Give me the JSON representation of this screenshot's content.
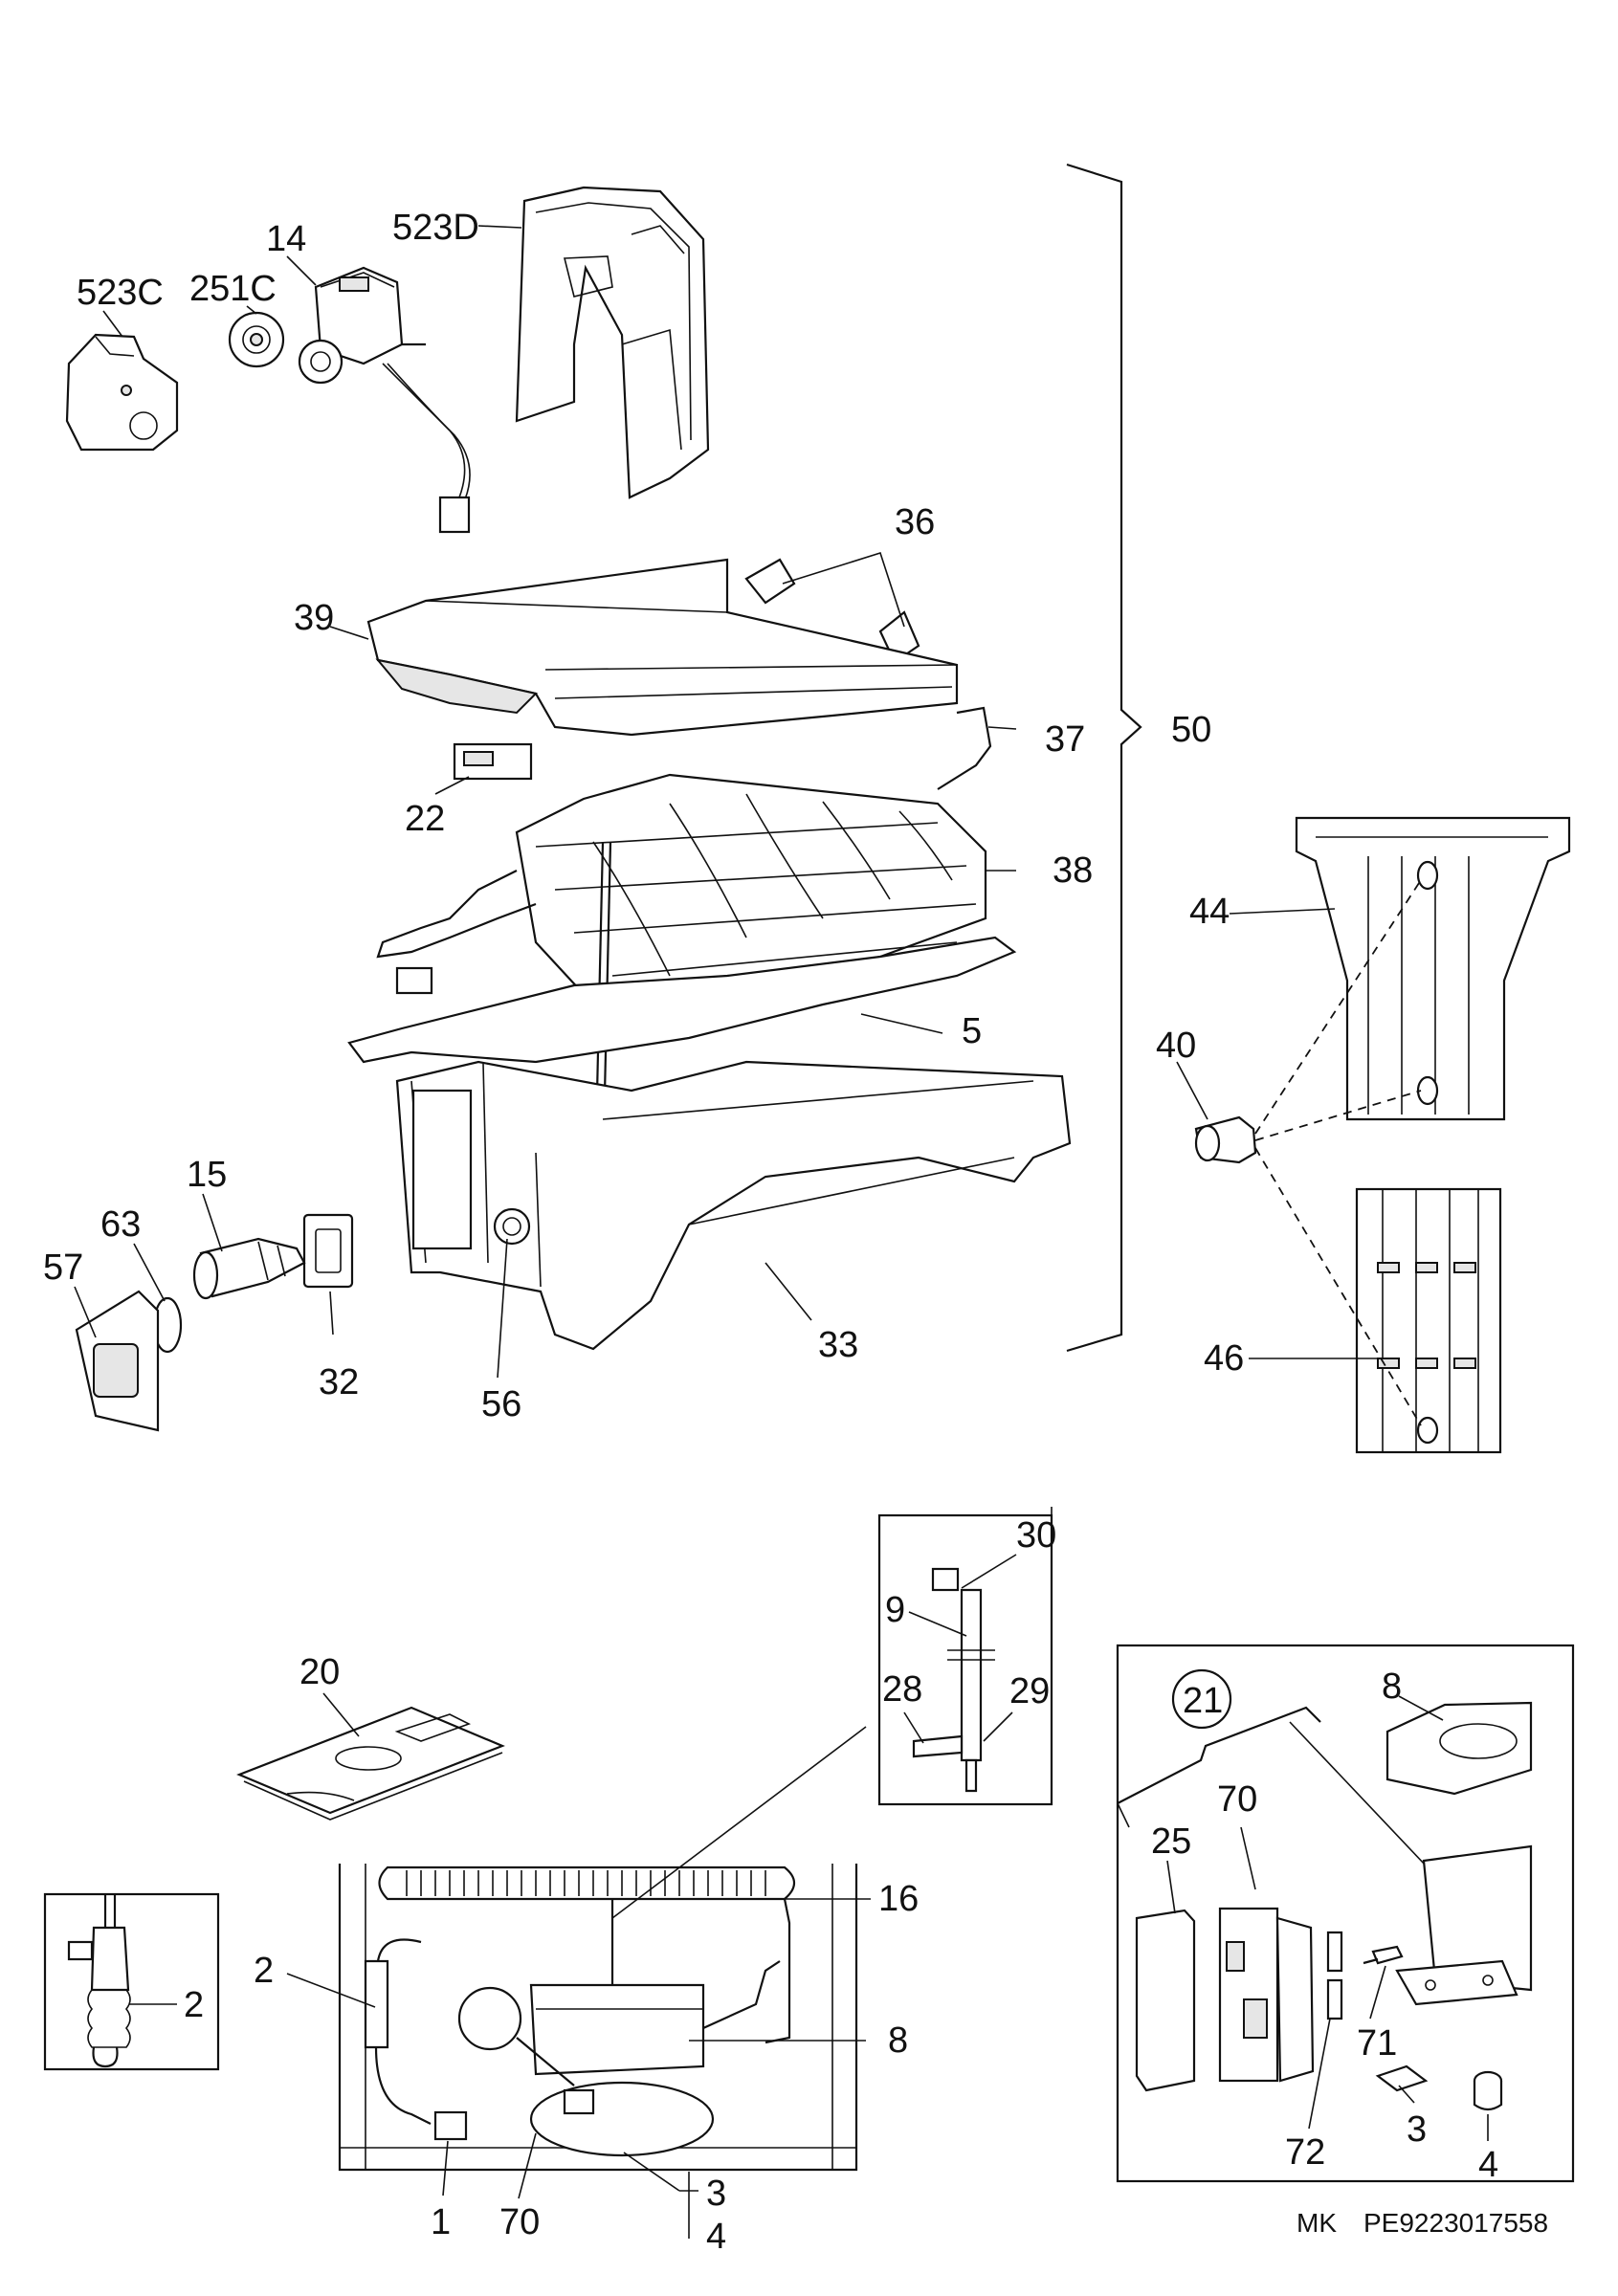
{
  "callouts": {
    "l523d": "523D",
    "l14": "14",
    "l523c": "523C",
    "l251c": "251C",
    "l36": "36",
    "l39": "39",
    "l37": "37",
    "l50": "50",
    "l22": "22",
    "l38": "38",
    "l44": "44",
    "l5": "5",
    "l40": "40",
    "l15": "15",
    "l63": "63",
    "l57": "57",
    "l32": "32",
    "l56": "56",
    "l33": "33",
    "l46": "46",
    "l30": "30",
    "l9": "9",
    "l28": "28",
    "l29": "29",
    "l20": "20",
    "l21": "21",
    "l8a": "8",
    "l70a": "70",
    "l25": "25",
    "l16": "16",
    "l2a": "2",
    "l2b": "2",
    "l8b": "8",
    "l71": "71",
    "l3a": "3",
    "l4a": "4",
    "l72": "72",
    "l1": "1",
    "l70b": "70",
    "l3b": "3",
    "l4b": "4"
  },
  "footer": {
    "prefix": "MK",
    "code": "PE9223017558"
  }
}
